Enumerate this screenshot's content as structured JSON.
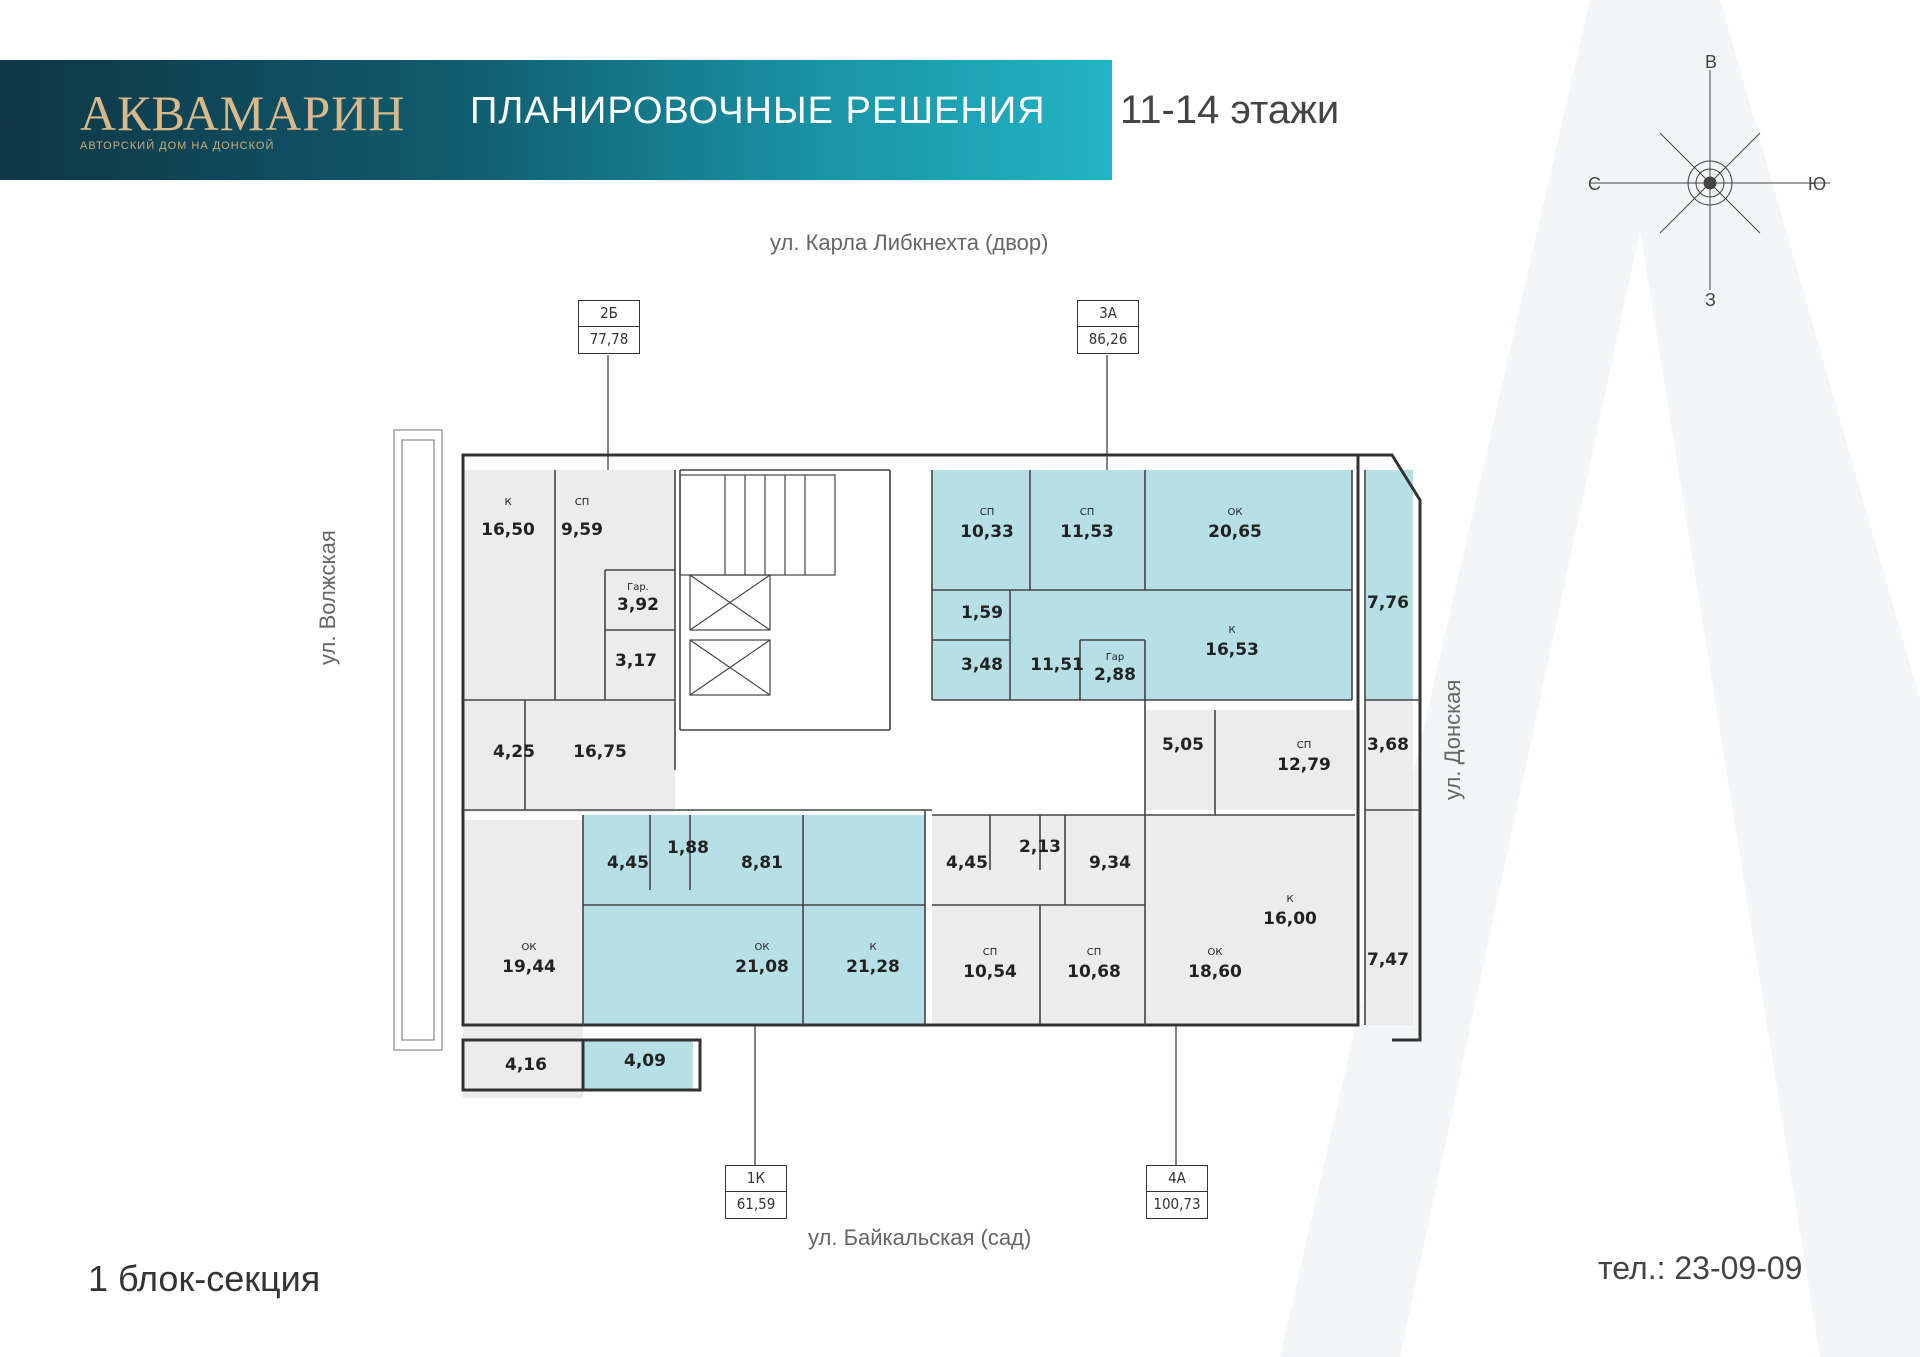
{
  "header": {
    "brand": "АКВАМАРИН",
    "brand_subtitle": "АВТОРСКИЙ ДОМ НА ДОНСКОЙ",
    "title": "ПЛАНИРОВОЧНЫЕ РЕШЕНИЯ",
    "floors": "11-14 этажи"
  },
  "compass": {
    "north_top": "В",
    "bottom": "З",
    "left": "С",
    "right": "Ю"
  },
  "streets": {
    "top": "ул. Карла Либкнехта (двор)",
    "bottom": "ул. Байкальская (сад)",
    "left": "ул. Волжская",
    "right": "ул. Донская"
  },
  "apartments": [
    {
      "code": "2Б",
      "area": "77,78"
    },
    {
      "code": "3А",
      "area": "86,26"
    },
    {
      "code": "1К",
      "area": "61,59"
    },
    {
      "code": "4А",
      "area": "100,73"
    }
  ],
  "rooms": [
    {
      "type": "К",
      "area": "16,50"
    },
    {
      "type": "СП",
      "area": "9,59"
    },
    {
      "type": "Гар.",
      "area": "3,92"
    },
    {
      "type": "",
      "area": "3,17"
    },
    {
      "type": "",
      "area": "4,25"
    },
    {
      "type": "",
      "area": "16,75"
    },
    {
      "type": "СП",
      "area": "10,33"
    },
    {
      "type": "СП",
      "area": "11,53"
    },
    {
      "type": "ОК",
      "area": "20,65"
    },
    {
      "type": "",
      "area": "7,76"
    },
    {
      "type": "",
      "area": "1,59"
    },
    {
      "type": "",
      "area": "3,48"
    },
    {
      "type": "",
      "area": "11,51"
    },
    {
      "type": "Гар",
      "area": "2,88"
    },
    {
      "type": "К",
      "area": "16,53"
    },
    {
      "type": "",
      "area": "5,05"
    },
    {
      "type": "СП",
      "area": "12,79"
    },
    {
      "type": "",
      "area": "3,68"
    },
    {
      "type": "",
      "area": "4,45"
    },
    {
      "type": "",
      "area": "1,88"
    },
    {
      "type": "",
      "area": "8,81"
    },
    {
      "type": "",
      "area": "4,45"
    },
    {
      "type": "",
      "area": "2,13"
    },
    {
      "type": "",
      "area": "9,34"
    },
    {
      "type": "ОК",
      "area": "19,44"
    },
    {
      "type": "ОК",
      "area": "21,08"
    },
    {
      "type": "К",
      "area": "21,28"
    },
    {
      "type": "СП",
      "area": "10,54"
    },
    {
      "type": "СП",
      "area": "10,68"
    },
    {
      "type": "ОК",
      "area": "18,60"
    },
    {
      "type": "К",
      "area": "16,00"
    },
    {
      "type": "",
      "area": "7,47"
    },
    {
      "type": "",
      "area": "4,16"
    },
    {
      "type": "",
      "area": "4,09"
    }
  ],
  "footer": {
    "section": "1 блок-секция",
    "phone": "тел.: 23-09-09"
  },
  "colors": {
    "highlight": "#b7dfe6",
    "grey_fill": "#ececec",
    "banner_gold": "#d9b98a"
  }
}
